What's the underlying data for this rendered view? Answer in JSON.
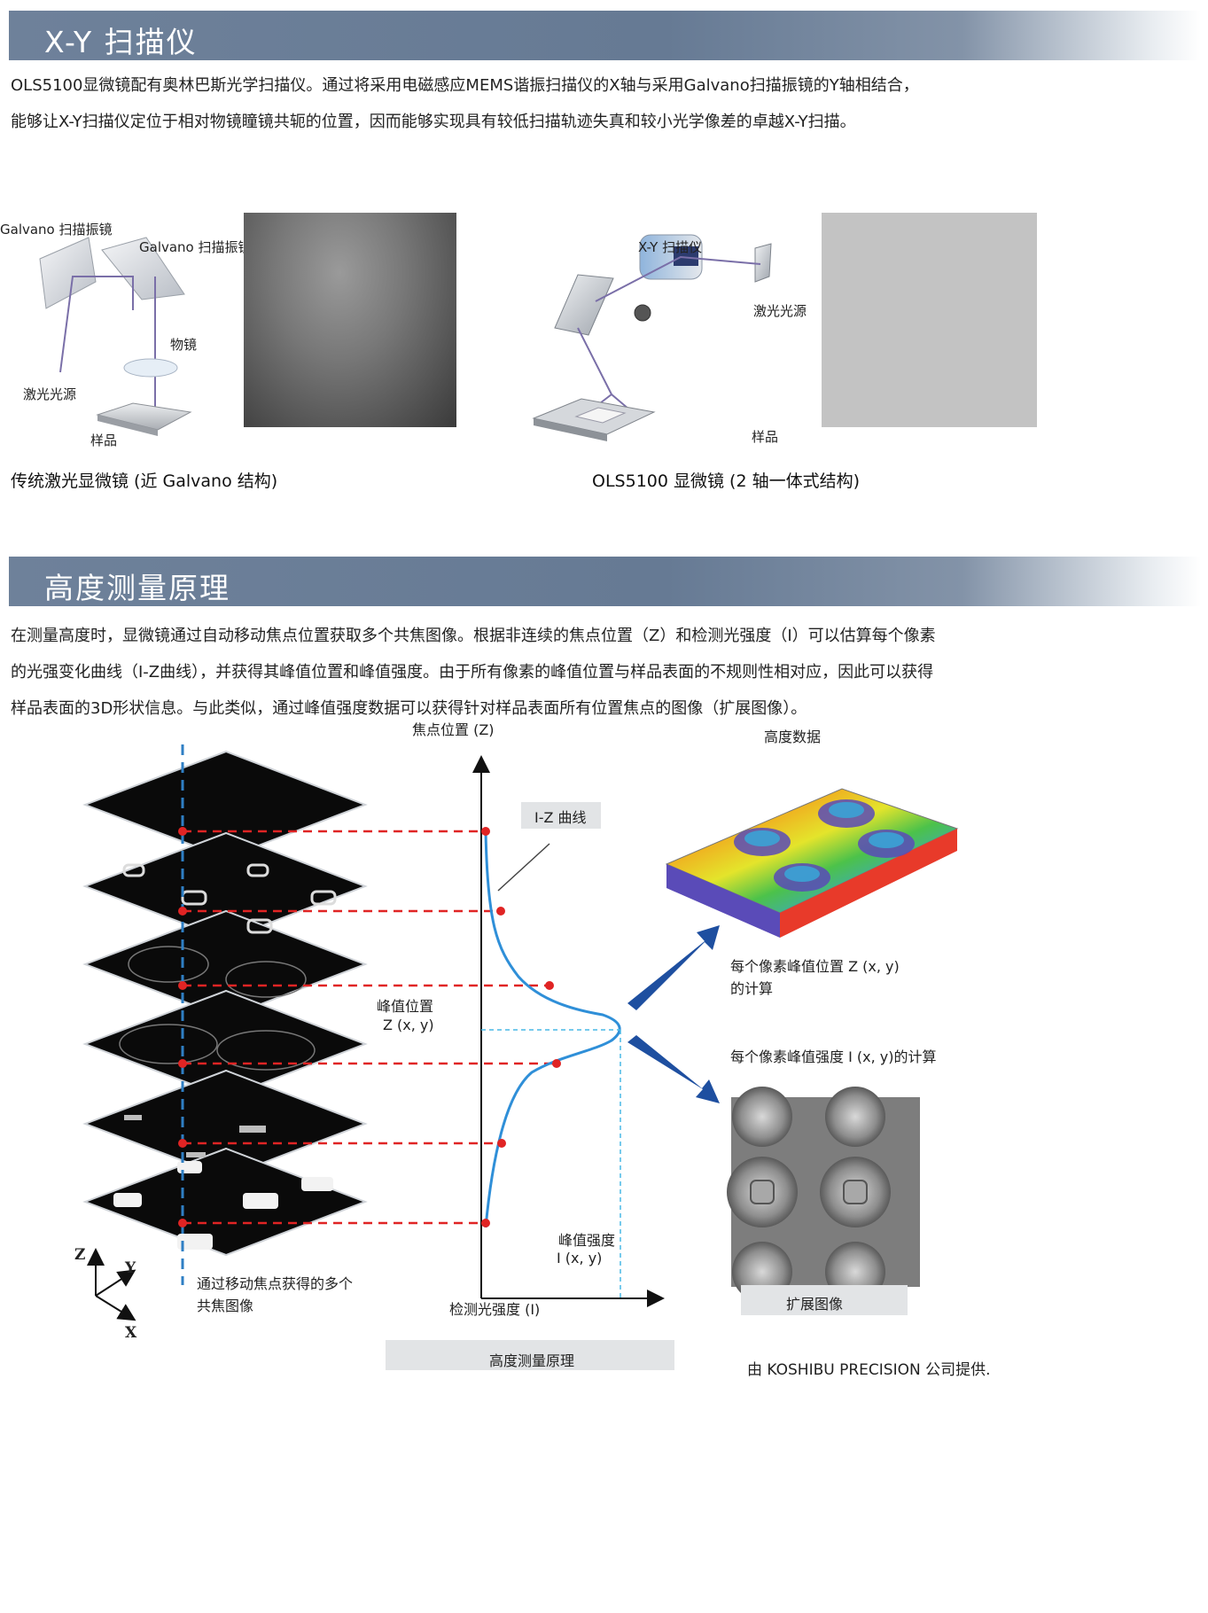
{
  "section1": {
    "title": "X-Y 扫描仪",
    "paragraph": [
      "OLS5100显微镜配有奥林巴斯光学扫描仪。通过将采用电磁感应MEMS谐振扫描仪的X轴与采用Galvano扫描振镜的Y轴相结合，",
      "能够让X-Y扫描仪定位于相对物镜瞳镜共轭的位置，因而能够实现具有较低扫描轨迹失真和较小光学像差的卓越X-Y扫描。"
    ],
    "diagram_traditional": {
      "label_galvano_1": "Galvano 扫描振镜",
      "label_galvano_2": "Galvano 扫描振镜",
      "label_objective": "物镜",
      "label_laser": "激光光源",
      "label_sample": "样品",
      "caption": "传统激光显微镜 (近 Galvano 结构)"
    },
    "diagram_ols": {
      "label_scanner": "X-Y 扫描仪",
      "label_laser": "激光光源",
      "label_sample": "样品",
      "caption": "OLS5100 显微镜 (2 轴一体式结构)"
    }
  },
  "section2": {
    "title": "高度测量原理",
    "paragraph": [
      "在测量高度时，显微镜通过自动移动焦点位置获取多个共焦图像。根据非连续的焦点位置（Z）和检测光强度（I）可以估算每个像素",
      "的光强变化曲线（I-Z曲线），并获得其峰值位置和峰值强度。由于所有像素的峰值位置与样品表面的不规则性相对应，因此可以获得",
      "样品表面的3D形状信息。与此类似，通过峰值强度数据可以获得针对样品表面所有位置焦点的图像（扩展图像）。"
    ],
    "figure": {
      "axis_z_label": "焦点位置 (Z)",
      "axis_i_label": "检测光强度 (I)",
      "curve_label": "I-Z 曲线",
      "peak_pos_label_1": "峰值位置",
      "peak_pos_label_2": "Z (x, y)",
      "peak_int_label_1": "峰值强度",
      "peak_int_label_2": "I (x, y)",
      "stack_caption_1": "通过移动焦点获得的多个",
      "stack_caption_2": "共焦图像",
      "axes_z": "Z",
      "axes_y": "Y",
      "axes_x": "X",
      "height_data_label": "高度数据",
      "calc_pos_1": "每个像素峰值位置 Z (x, y)",
      "calc_pos_2": "的计算",
      "calc_int": "每个像素峰值强度 I (x, y)的计算",
      "extended_label": "扩展图像",
      "figure_caption": "高度测量原理",
      "credit": "由 KOSHIBU PRECISION 公司提供."
    }
  }
}
